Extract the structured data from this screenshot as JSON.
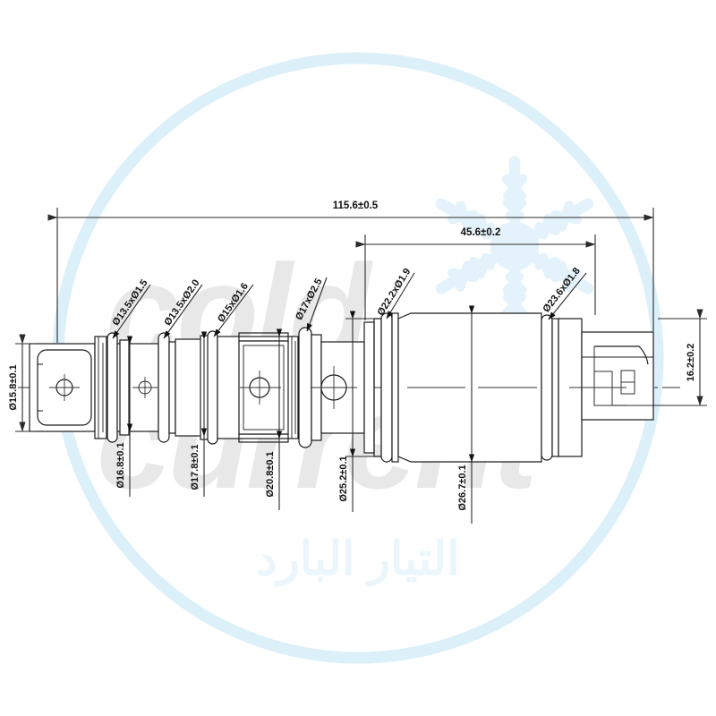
{
  "drawing": {
    "type": "engineering-part-drawing",
    "subject": "A/C compressor control valve",
    "view": "side elevation / section"
  },
  "watermark": {
    "brand_line1": "cold",
    "brand_line2": "current",
    "arabic": "التيار البارد",
    "ring_color": "#dcf0fa",
    "text_color": "#e8e8e8",
    "snowflake_color": "#e4f3fb"
  },
  "linear_dimensions": [
    {
      "id": "overall-length",
      "label": "115.6±0.5",
      "nominal": 115.6,
      "tolerance": 0.5,
      "unit": "mm",
      "orientation": "horizontal",
      "position": "top"
    },
    {
      "id": "body-length",
      "label": "45.6±0.2",
      "nominal": 45.6,
      "tolerance": 0.2,
      "unit": "mm",
      "orientation": "horizontal",
      "position": "top"
    },
    {
      "id": "connector-height",
      "label": "16.2±0.2",
      "nominal": 16.2,
      "tolerance": 0.2,
      "unit": "mm",
      "orientation": "vertical",
      "position": "right"
    }
  ],
  "diameter_dimensions": [
    {
      "id": "dia-left-end",
      "label": "Ø15.8±0.1",
      "nominal": 15.8,
      "tolerance": 0.1,
      "unit": "mm",
      "orientation": "vertical",
      "position": "left"
    },
    {
      "id": "dia-16-8",
      "label": "Ø16.8±0.1",
      "nominal": 16.8,
      "tolerance": 0.1,
      "unit": "mm",
      "orientation": "vertical",
      "position": "bottom"
    },
    {
      "id": "dia-17-8",
      "label": "Ø17.8±0.1",
      "nominal": 17.8,
      "tolerance": 0.1,
      "unit": "mm",
      "orientation": "vertical",
      "position": "bottom"
    },
    {
      "id": "dia-20-8",
      "label": "Ø20.8±0.1",
      "nominal": 20.8,
      "tolerance": 0.1,
      "unit": "mm",
      "orientation": "vertical",
      "position": "bottom"
    },
    {
      "id": "dia-25-2",
      "label": "Ø25.2±0.1",
      "nominal": 25.2,
      "tolerance": 0.1,
      "unit": "mm",
      "orientation": "vertical",
      "position": "bottom"
    },
    {
      "id": "dia-26-7",
      "label": "Ø26.7±0.1",
      "nominal": 26.7,
      "tolerance": 0.1,
      "unit": "mm",
      "orientation": "vertical",
      "position": "bottom"
    }
  ],
  "oring_callouts": [
    {
      "id": "oring-1",
      "label": "Ø13.5xØ1.5",
      "inner_dia": 13.5,
      "cord_dia": 1.5,
      "unit": "mm"
    },
    {
      "id": "oring-2",
      "label": "Ø13.5xØ2.0",
      "inner_dia": 13.5,
      "cord_dia": 2.0,
      "unit": "mm"
    },
    {
      "id": "oring-3",
      "label": "Ø15xØ1.6",
      "inner_dia": 15,
      "cord_dia": 1.6,
      "unit": "mm"
    },
    {
      "id": "oring-4",
      "label": "Ø17xØ2.5",
      "inner_dia": 17,
      "cord_dia": 2.5,
      "unit": "mm"
    },
    {
      "id": "oring-5",
      "label": "Ø22.2xØ1.9",
      "inner_dia": 22.2,
      "cord_dia": 1.9,
      "unit": "mm"
    },
    {
      "id": "oring-6",
      "label": "Ø23.6xØ1.8",
      "inner_dia": 23.6,
      "cord_dia": 1.8,
      "unit": "mm"
    }
  ]
}
